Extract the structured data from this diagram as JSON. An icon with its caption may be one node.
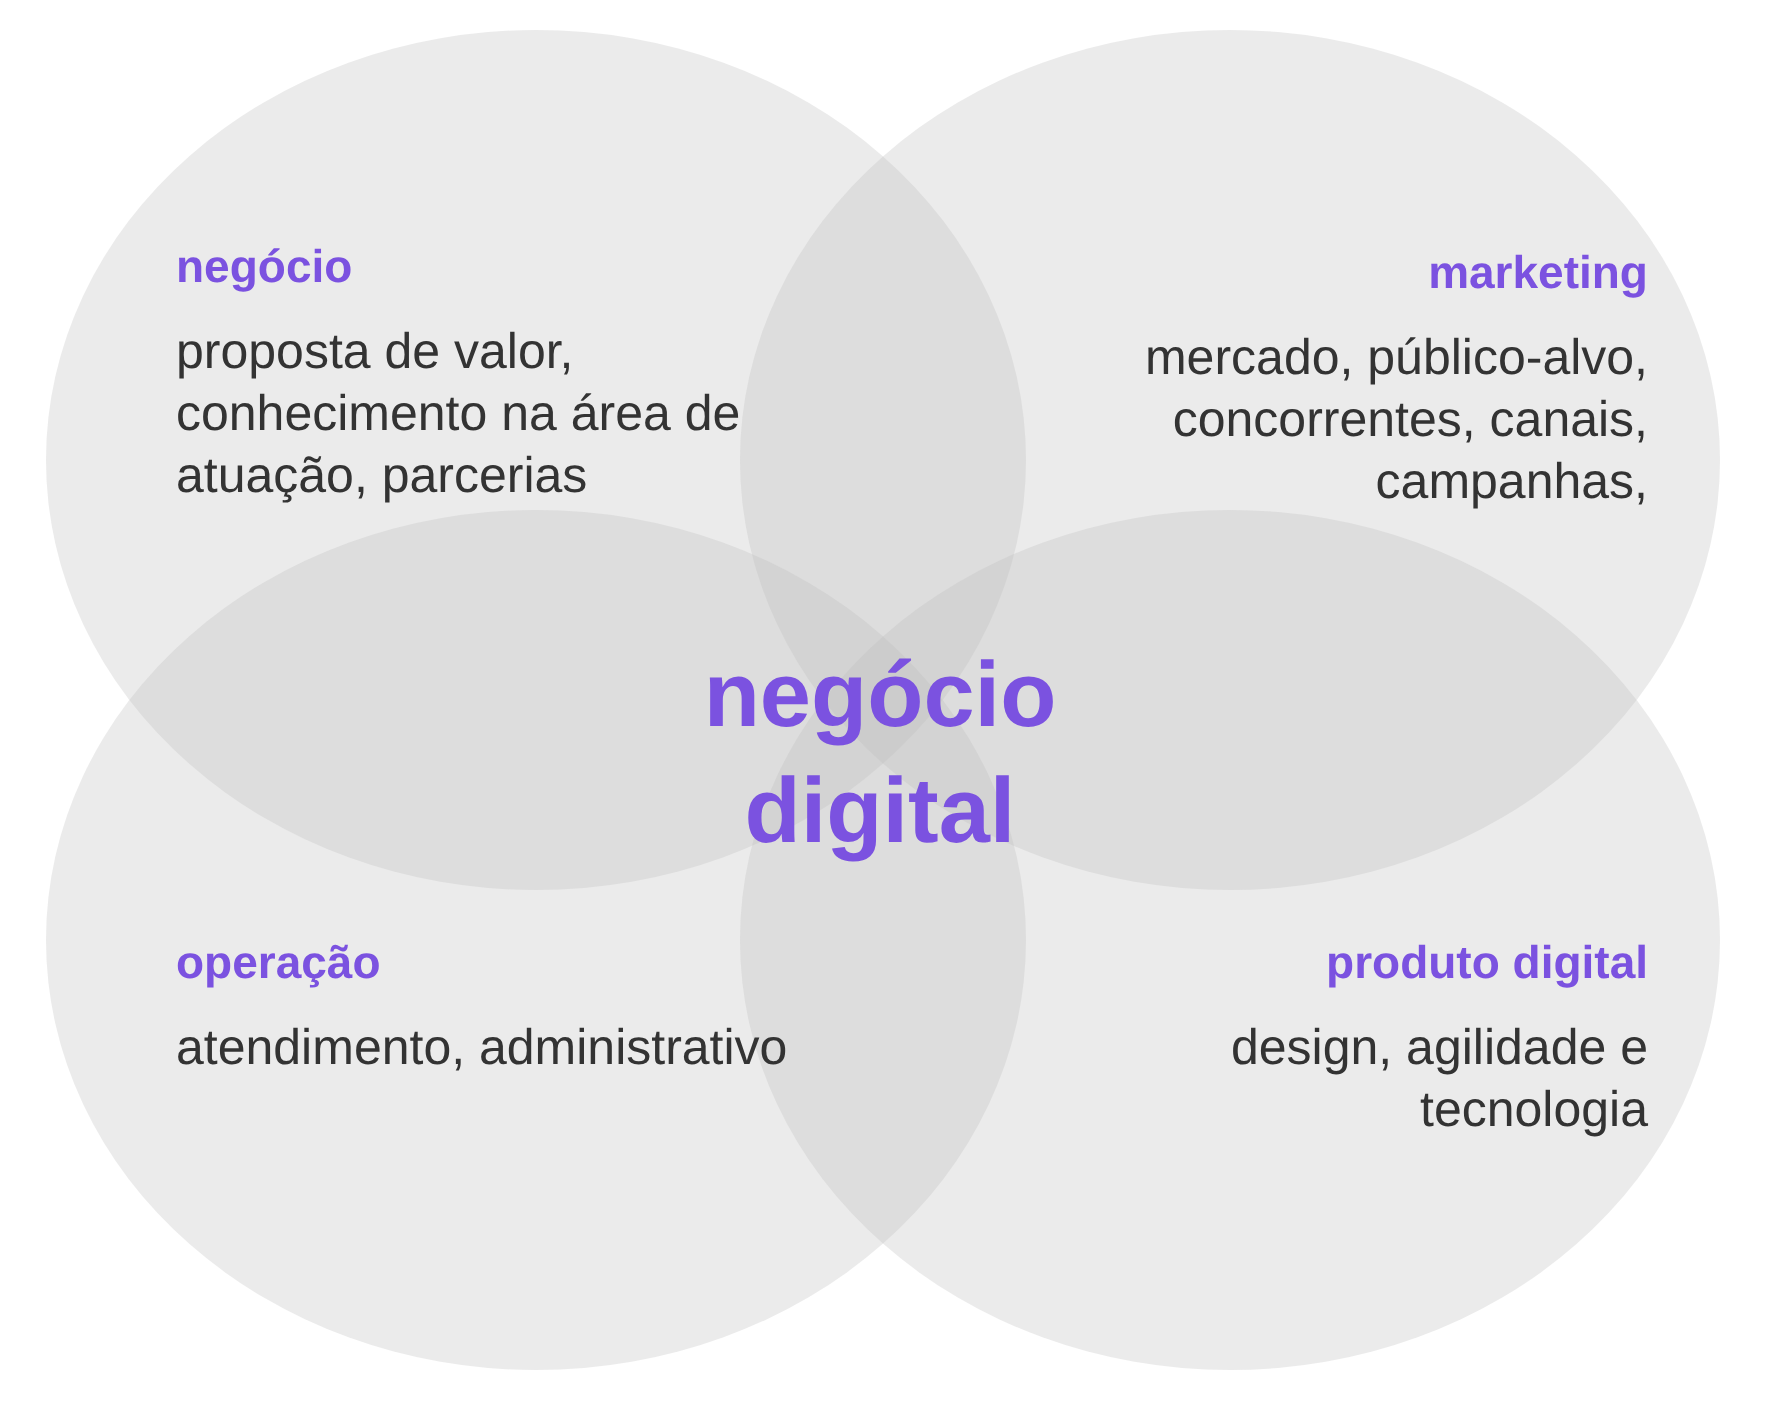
{
  "diagram": {
    "nodes": [
      {
        "text": [
          "negócio",
          "proposta de valor, conhecimento na área de atuação, parcerias"
        ]
      },
      {
        "text": [
          "marketing",
          "mercado, público-alvo, concorrentes, canais, campanhas,"
        ]
      },
      {
        "text": [
          "operação",
          "atendimento, administrativo"
        ]
      },
      {
        "text": [
          "produto digital",
          "design, agilidade e tecnologia"
        ]
      }
    ],
    "labels": [
      "negócio digital"
    ]
  }
}
